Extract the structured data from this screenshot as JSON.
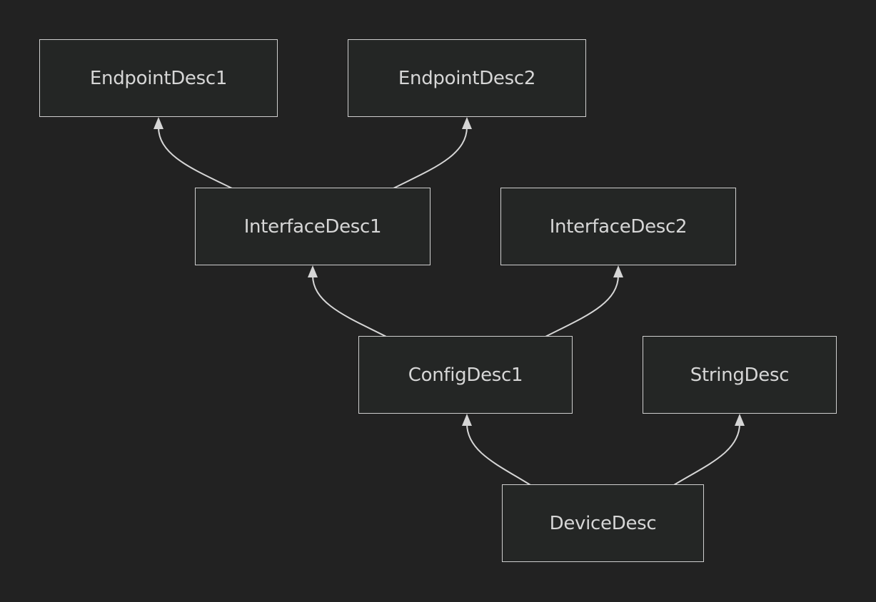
{
  "diagram": {
    "nodes": {
      "endpoint1": "EndpointDesc1",
      "endpoint2": "EndpointDesc2",
      "interface1": "InterfaceDesc1",
      "interface2": "InterfaceDesc2",
      "config1": "ConfigDesc1",
      "string": "StringDesc",
      "device": "DeviceDesc"
    },
    "edges": [
      {
        "from": "InterfaceDesc1",
        "to": "EndpointDesc1"
      },
      {
        "from": "InterfaceDesc1",
        "to": "EndpointDesc2"
      },
      {
        "from": "ConfigDesc1",
        "to": "InterfaceDesc1"
      },
      {
        "from": "ConfigDesc1",
        "to": "InterfaceDesc2"
      },
      {
        "from": "DeviceDesc",
        "to": "ConfigDesc1"
      },
      {
        "from": "DeviceDesc",
        "to": "StringDesc"
      }
    ],
    "colors": {
      "background": "#222222",
      "node_fill": "#242625",
      "stroke": "#cfcfcf",
      "text": "#d6d6d6"
    }
  }
}
